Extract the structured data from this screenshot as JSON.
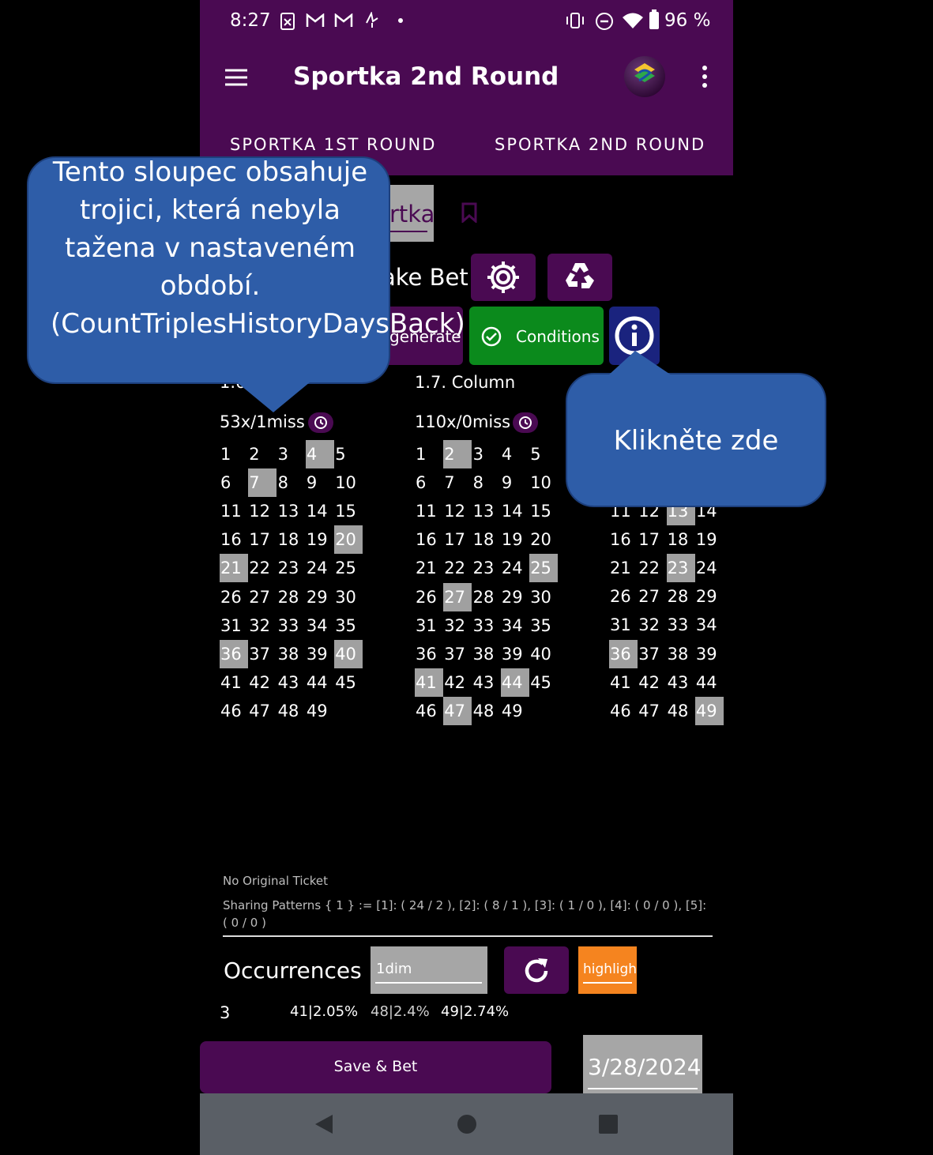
{
  "status_bar": {
    "time": "8:27",
    "battery": "96 %"
  },
  "app_bar": {
    "title": "Sportka 2nd Round"
  },
  "tabs": [
    {
      "label": "SPORTKA 1ST ROUND"
    },
    {
      "label": "SPORTKA 2ND ROUND"
    }
  ],
  "selector": {
    "partial_text": "rtka"
  },
  "make_bet": {
    "partial_label": "ake Bet"
  },
  "actions": {
    "regenerate_partial": "generate",
    "conditions": "Conditions"
  },
  "columns": [
    {
      "title_partial": "1.6",
      "stats": "53x/1miss",
      "numbers": [
        [
          1,
          2,
          3,
          4,
          5
        ],
        [
          6,
          7,
          8,
          9,
          10
        ],
        [
          11,
          12,
          13,
          14,
          15
        ],
        [
          16,
          17,
          18,
          19,
          20
        ],
        [
          21,
          22,
          23,
          24,
          25
        ],
        [
          26,
          27,
          28,
          29,
          30
        ],
        [
          31,
          32,
          33,
          34,
          35
        ],
        [
          36,
          37,
          38,
          39,
          40
        ],
        [
          41,
          42,
          43,
          44,
          45
        ],
        [
          46,
          47,
          48,
          49
        ]
      ],
      "highlighted": [
        4,
        7,
        20,
        21,
        36,
        40
      ]
    },
    {
      "title": "1.7. Column",
      "stats": "110x/0miss",
      "numbers": [
        [
          1,
          2,
          3,
          4,
          5
        ],
        [
          6,
          7,
          8,
          9,
          10
        ],
        [
          11,
          12,
          13,
          14,
          15
        ],
        [
          16,
          17,
          18,
          19,
          20
        ],
        [
          21,
          22,
          23,
          24,
          25
        ],
        [
          26,
          27,
          28,
          29,
          30
        ],
        [
          31,
          32,
          33,
          34,
          35
        ],
        [
          36,
          37,
          38,
          39,
          40
        ],
        [
          41,
          42,
          43,
          44,
          45
        ],
        [
          46,
          47,
          48,
          49
        ]
      ],
      "highlighted": [
        2,
        25,
        27,
        41,
        44,
        47
      ]
    },
    {
      "numbers": [
        [
          11,
          12,
          13,
          14
        ],
        [
          16,
          17,
          18,
          19
        ],
        [
          21,
          22,
          23,
          24
        ],
        [
          26,
          27,
          28,
          29
        ],
        [
          31,
          32,
          33,
          34
        ],
        [
          36,
          37,
          38,
          39
        ],
        [
          41,
          42,
          43,
          44
        ],
        [
          46,
          47,
          48,
          49
        ]
      ],
      "highlighted": [
        13,
        23,
        36,
        49
      ]
    }
  ],
  "ticket_info": {
    "original": "No Original Ticket",
    "patterns": "Sharing Patterns { 1 } := [1]: ( 24 / 2 ), [2]: ( 8 / 1 ), [3]: ( 1 / 0 ), [4]: ( 0 / 0 ), [5]: ( 0 / 0 )"
  },
  "occurrences": {
    "label": "Occurrences",
    "dim_value": "1dim",
    "highlight_label": "highligh",
    "count": "3",
    "items": [
      "41|2.05%",
      "48|2.4%",
      "49|2.74%"
    ]
  },
  "footer": {
    "save_bet": "Save & Bet",
    "date": "3/28/2024"
  },
  "callouts": {
    "column_tip": "Tento sloupec obsahuje trojici, která nebyla tažena v nastaveném období. (CountTriplesHistoryDaysBack)",
    "click_tip": "Klikněte zde"
  },
  "colors": {
    "app_purple": "#4a0a52",
    "conditions_green": "#0b8a1c",
    "info_blue": "#1a237e",
    "highlight_orange": "#f5841f",
    "callout_blue": "#2e5da8",
    "cell_highlight": "#a0a0a0"
  }
}
